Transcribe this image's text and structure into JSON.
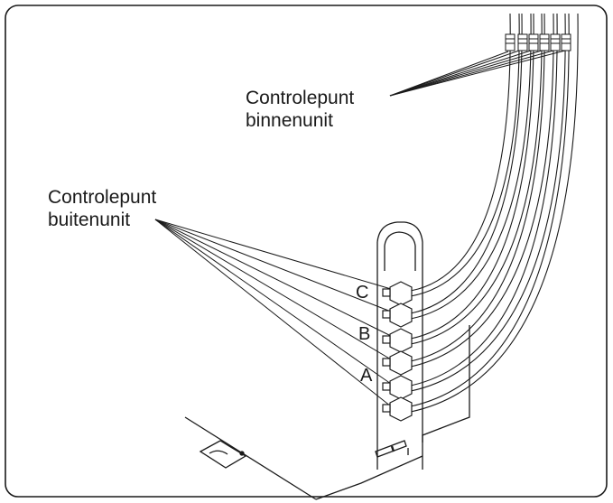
{
  "labels": {
    "indoor_line1": "Controlepunt",
    "indoor_line2": "binnenunit",
    "outdoor_line1": "Controlepunt",
    "outdoor_line2": "buitenunit"
  },
  "valve_letters": {
    "c": "C",
    "b": "B",
    "a": "A"
  },
  "colors": {
    "stroke": "#1a1a1a",
    "background": "#ffffff"
  }
}
